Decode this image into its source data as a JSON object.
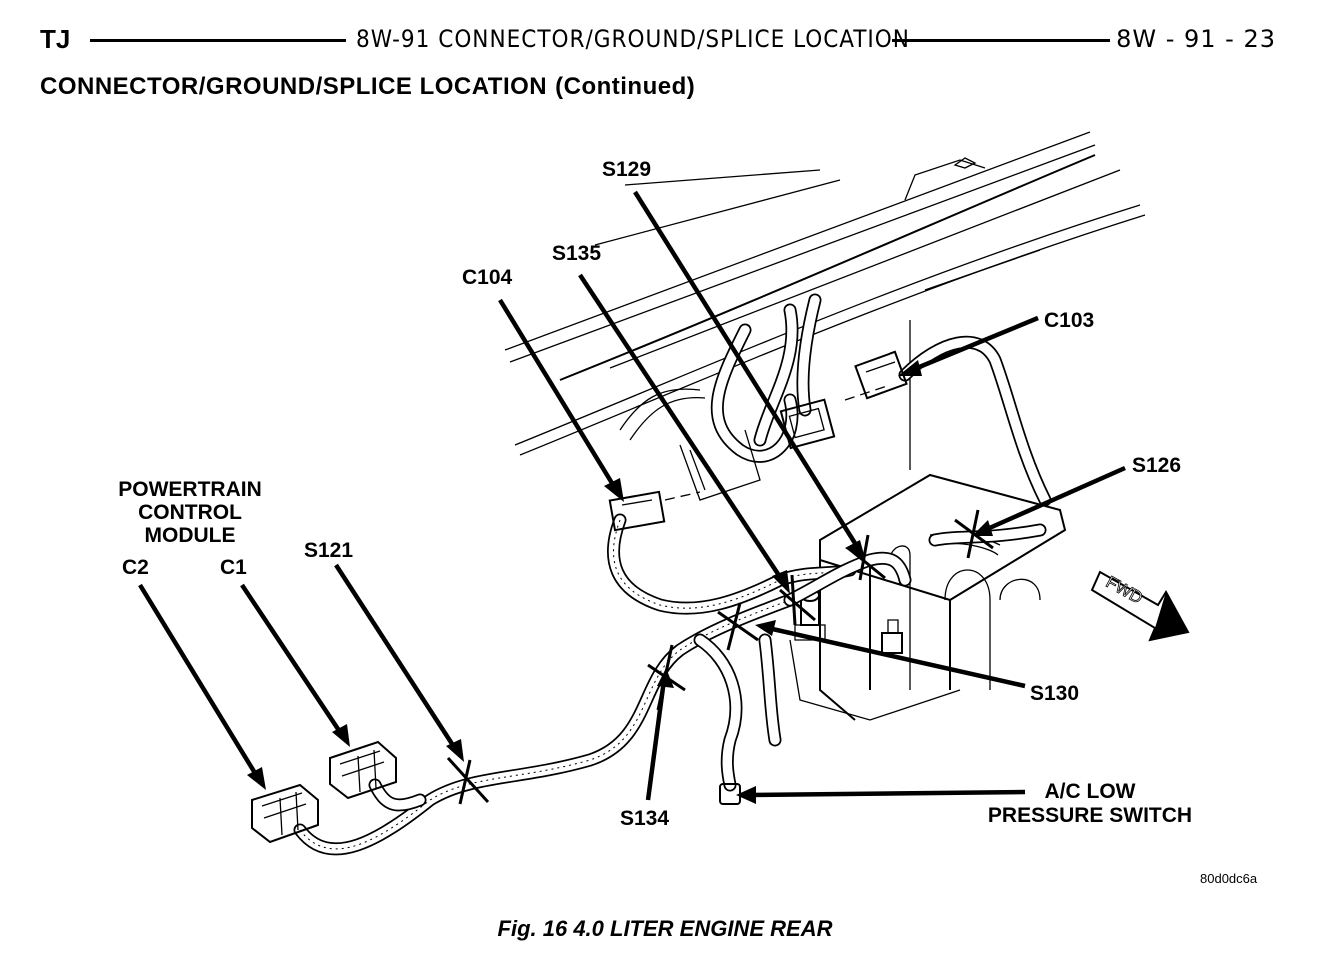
{
  "header": {
    "left": "TJ",
    "center": "8W-91 CONNECTOR/GROUND/SPLICE LOCATION",
    "right": "8W - 91 - 23"
  },
  "subtitle": {
    "main": "CONNECTOR/GROUND/SPLICE LOCATION",
    "cont": "(Continued)"
  },
  "labels": {
    "s129": "S129",
    "s135": "S135",
    "c104": "C104",
    "c103": "C103",
    "s126": "S126",
    "pcm_line1": "POWERTRAIN",
    "pcm_line2": "CONTROL",
    "pcm_line3": "MODULE",
    "c2": "C2",
    "c1": "C1",
    "s121": "S121",
    "s130": "S130",
    "s134": "S134",
    "ac_line1": "A/C LOW",
    "ac_line2": "PRESSURE SWITCH",
    "fwd": "FWD"
  },
  "figure_code": "80d0dc6a",
  "caption": "Fig. 16 4.0 LITER ENGINE REAR"
}
